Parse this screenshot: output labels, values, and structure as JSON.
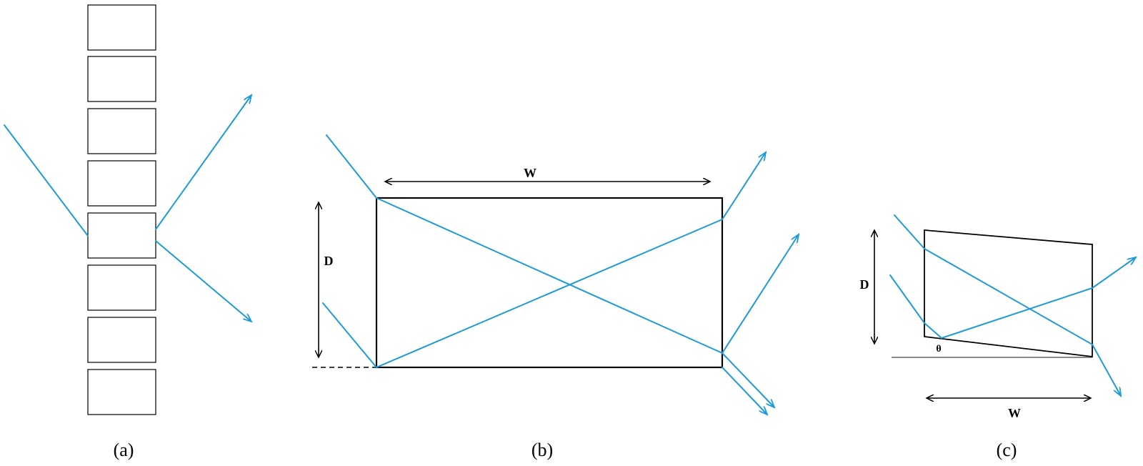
{
  "colors": {
    "ray": "#1e9bd7",
    "outline": "#000000",
    "ground": "#8a8a8a"
  },
  "panel_a": {
    "caption": "(a)"
  },
  "panel_b": {
    "caption": "(b)",
    "width_label": "W",
    "depth_label": "D"
  },
  "panel_c": {
    "caption": "(c)",
    "width_label": "W",
    "depth_label": "D",
    "angle_label": "θ"
  }
}
